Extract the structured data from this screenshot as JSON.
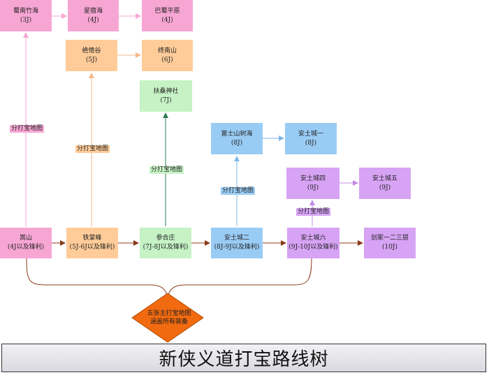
{
  "title": "新侠义道打宝路线树",
  "nodes": {
    "shunan": {
      "name": "蜀南竹海",
      "sub": "(3J)"
    },
    "xingsu": {
      "name": "星宿海",
      "sub": "(4J)"
    },
    "bashu": {
      "name": "巴蜀平原",
      "sub": "(4J)"
    },
    "jueqing": {
      "name": "绝情谷",
      "sub": "(5J)"
    },
    "zhongnan": {
      "name": "终南山",
      "sub": "(6J)"
    },
    "fusang": {
      "name": "扶桑神社",
      "sub": "(7J)"
    },
    "fushi": {
      "name": "富士山树海",
      "sub": "(8J)"
    },
    "antu1": {
      "name": "安土城一",
      "sub": "(8J)"
    },
    "antu4": {
      "name": "安土城四",
      "sub": "(9J)"
    },
    "antu5": {
      "name": "安土城五",
      "sub": "(9J)"
    },
    "songshan": {
      "name": "嵩山",
      "sub": "(4J以及锋利)"
    },
    "tiezhang": {
      "name": "铁掌峰",
      "sub": "(5J-6J以及锋利)"
    },
    "canhe": {
      "name": "参合庄",
      "sub": "(7J-8J以及锋利)"
    },
    "antu2": {
      "name": "安土城二",
      "sub": "(8J-9J以及锋利)"
    },
    "antu6": {
      "name": "安土城六",
      "sub": "(9J-10J以及锋利)"
    },
    "jianzhong": {
      "name": "剑冢一二三层",
      "sub": "(10J)"
    }
  },
  "edge_labels": {
    "pink": "分打宝地图",
    "orange": "分打宝地图",
    "green": "分打宝地图",
    "blue": "分打宝地图",
    "purple": "分打宝地图"
  },
  "diamond": {
    "line1": "五张主打宝地图",
    "line2": "涵盖所有装备",
    "color": "#f26a10"
  },
  "colors": {
    "pink": "#f7a6d4",
    "orange": "#ffcc99",
    "green": "#c6f2c6",
    "blue": "#99ccf5",
    "purple": "#d7a3f5",
    "main_line": "#8b3a1a"
  }
}
